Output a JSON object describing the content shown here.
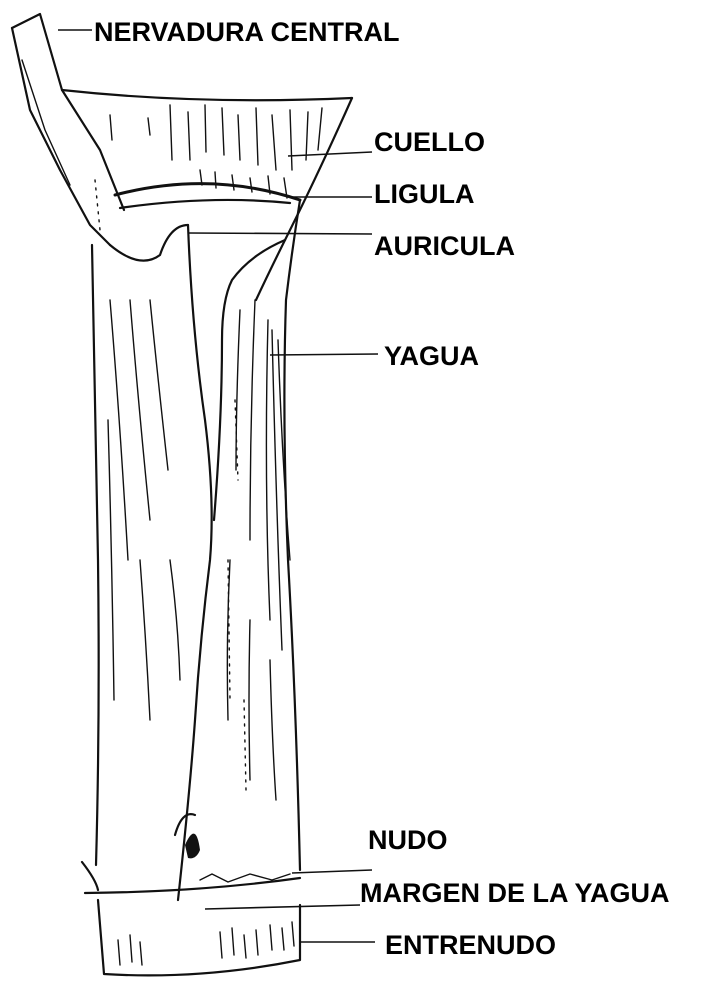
{
  "labels": {
    "nervadura_central": "NERVADURA CENTRAL",
    "cuello": "CUELLO",
    "ligula": "LIGULA",
    "auricula": "AURICULA",
    "yagua": "YAGUA",
    "nudo": "NUDO",
    "margen_yagua": "MARGEN DE LA YAGUA",
    "entrenudo": "ENTRENUDO"
  }
}
